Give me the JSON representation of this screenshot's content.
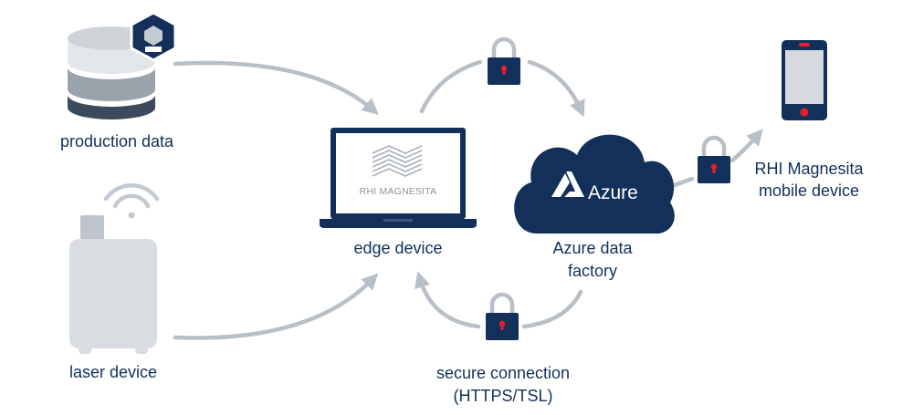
{
  "labels": {
    "production_data": "production data",
    "laser_device": "laser device",
    "edge_device": "edge device",
    "azure_line1": "Azure data",
    "azure_line2": "factory",
    "mobile_line1": "RHI Magnesita",
    "mobile_line2": "mobile device",
    "secure_line1": "secure connection",
    "secure_line2": "(HTTPS/TSL)"
  },
  "laptop_screen": {
    "brand": "RHI MAGNESITA"
  },
  "cloud": {
    "brand": "Azure"
  },
  "icons": {
    "database": "database-icon",
    "user_badge": "user-hexagon-icon",
    "laser": "laser-device-icon",
    "wifi": "wifi-icon",
    "laptop": "laptop-icon",
    "cloud": "cloud-icon",
    "phone": "smartphone-icon",
    "lock": "padlock-icon"
  },
  "colors": {
    "navy": "#12305a",
    "arrow_grey": "#b9bfc6",
    "device_grey": "#d3d6db",
    "lock_keyhole": "#e4202e",
    "phone_button": "#e4202e"
  }
}
